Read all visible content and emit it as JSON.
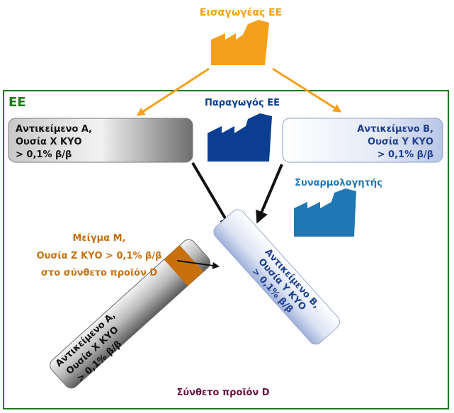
{
  "importer": {
    "label": "Εισαγωγέας ΕΕ",
    "color": "#f5a01a"
  },
  "eu": {
    "label": "ΕΕ",
    "border_color": "#1a7a1a"
  },
  "producer": {
    "label": "Παραγωγός ΕΕ",
    "color": "#0b3d91"
  },
  "assembler": {
    "label": "Συναρμολογητής",
    "color": "#1f78b4"
  },
  "article_a": {
    "line1": "Αντικείμενο Α,",
    "line2": "Ουσία Χ ΚΥΟ",
    "line3": "> 0,1% β/β"
  },
  "article_b": {
    "line1": "Αντικείμενο Β,",
    "line2": "Ουσία Υ ΚΥΟ",
    "line3": "> 0,1% β/β"
  },
  "mixture": {
    "line1": "Μείγμα Μ,",
    "line2": "Ουσία Ζ ΚΥΟ > 0,1% β/β",
    "line3": "στο σύνθετο προϊόν D",
    "color": "#c8700e"
  },
  "complex_product": {
    "label": "Σύνθετο προϊόν D",
    "color": "#6b1040"
  },
  "colors": {
    "arrow_orange": "#f5a01a",
    "arrow_black": "#111111",
    "text_dark": "#111111",
    "text_blue": "#1f3f8f"
  }
}
